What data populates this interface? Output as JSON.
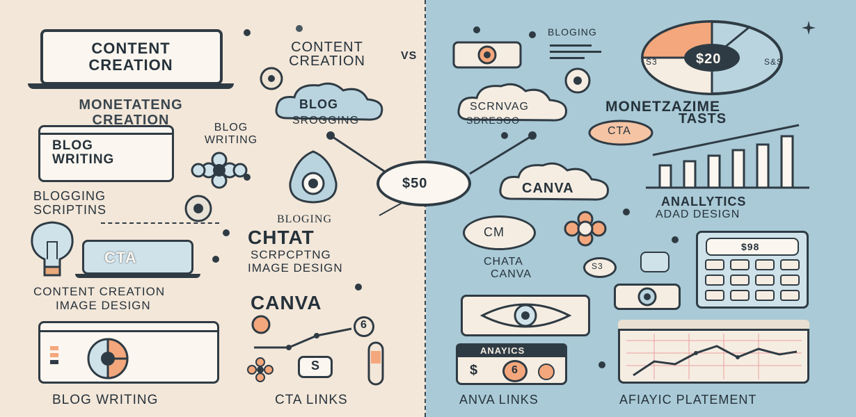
{
  "left": {
    "laptop_label": "CONTENT CREATION",
    "header_caption": "CONTENT CREATION",
    "subtitle": "MONETATENG CREATION",
    "blog_writing_card": "BLOG WRITING",
    "blog_writing_caption": "BLOG WRITING",
    "blog_cloud_title": "BLOG",
    "blog_cloud_sub": "SROGGING",
    "blogging_scripting": "BLOGGING SCRIPTINS",
    "blogging_small": "BLOGING",
    "chtat": "CHTAT",
    "scrpcting": "SCRPCPTNG",
    "image_design": "IMAGE DESIGN",
    "cta_screen": "CTA",
    "content_creation_caption": "CONTENT CREATION",
    "image_design_caption": "IMAGE DESIGN",
    "canva": "CANVA",
    "blog_writing_bottom": "BLOG WRITING",
    "cta_links_bottom": "CTA LINKS",
    "dollar_box": "S",
    "badge_number": "6"
  },
  "center": {
    "vs": "VS",
    "hub": "$50"
  },
  "right": {
    "bloging_label": "BLOGING",
    "pie_center": "$20",
    "pie_left": "S3",
    "pie_right": "S&S",
    "cloud_title": "SCRNVAG",
    "cloud_sub": "SDRESGO",
    "monetize_line1": "MONETZAZIME",
    "monetize_line2": "TASTS",
    "cta_flower": "CTA",
    "canva_cloud": "CANVA",
    "analytics": "ANALLYTICS",
    "adad_design": "ADAD DESIGN",
    "cm_badge": "CM",
    "chata": "CHATA",
    "canva_small": "CANVA",
    "small_badge": "S3",
    "calc_display": "$98",
    "analytics_banner": "ANAYICS",
    "dollar_sign": "$",
    "badge_number": "6",
    "anva_links": "ANVA LINKS",
    "afiaic": "AFIAYIC PLATEMENT"
  },
  "colors": {
    "left_bg": "#f3e7d9",
    "right_bg": "#a9cad6",
    "accent_orange": "#f4a77c",
    "ink": "#2f3b44"
  }
}
